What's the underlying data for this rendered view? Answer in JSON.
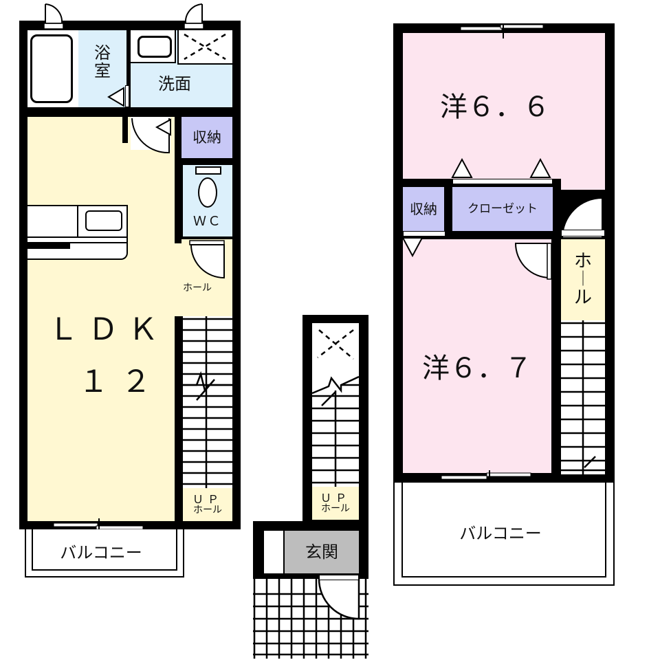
{
  "floor1": {
    "bathroom_label_line1": "浴",
    "bathroom_label_line2": "室",
    "washroom_label": "洗面",
    "storage_label": "収納",
    "wc_label": "ＷＣ",
    "ldk_label": "ＬＤＫ",
    "ldk_size": "１２",
    "hall_label": "ホール",
    "up_label": "ＵＰ",
    "up_hall_label": "ホール",
    "balcony_label": "バルコニー"
  },
  "entrance": {
    "up_label": "ＵＰ",
    "hall_label": "ホール",
    "genkan_label": "玄関"
  },
  "floor2": {
    "room1_label": "洋６．６",
    "room2_label": "洋６．７",
    "storage_label": "収納",
    "closet_label": "クローゼット",
    "hall_label_line1": "ホ",
    "hall_label_line2": "｜",
    "hall_label_line3": "ル",
    "balcony_label": "バルコニー"
  },
  "colors": {
    "ldk": "#fff8d2",
    "wet_area": "#dcf0fb",
    "storage": "#c8c8f6",
    "bedroom": "#fde5ef",
    "genkan": "#bdbdbd",
    "wall": "#000000"
  }
}
